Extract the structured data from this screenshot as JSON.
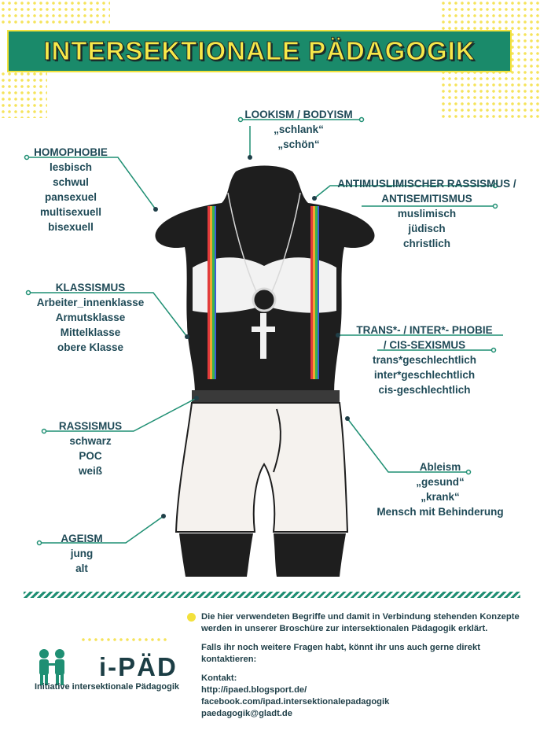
{
  "title": "INTERSEKTIONALE PÄDAGOGIK",
  "categories": {
    "lookism": {
      "head": "LOOKISM / BODYISM",
      "items": [
        "„schlank“",
        "„schön“"
      ]
    },
    "homophobie": {
      "head": "HOMOPHOBIE",
      "items": [
        "lesbisch",
        "schwul",
        "pansexuel",
        "multisexuell",
        "bisexuell"
      ]
    },
    "antimuslim": {
      "head": "ANTIMUSLIMISCHER RASSISMUS /",
      "head2": "ANTISEMITISMUS",
      "items": [
        "muslimisch",
        "jüdisch",
        "christlich"
      ]
    },
    "klassismus": {
      "head": "KLASSISMUS",
      "items": [
        "Arbeiter_innenklasse",
        "Armutsklasse",
        "Mittelklasse",
        "obere Klasse"
      ]
    },
    "trans": {
      "head": "TRANS*- / INTER*- PHOBIE",
      "head2": "/ CIS-SEXISMUS",
      "items": [
        "trans*geschlechtlich",
        "inter*geschlechtlich",
        "cis-geschlechtlich"
      ]
    },
    "rassismus": {
      "head": "RASSISMUS",
      "items": [
        "schwarz",
        "POC",
        "weiß"
      ]
    },
    "ableism": {
      "head": "Ableism",
      "items": [
        "„gesund“",
        "„krank“",
        "Mensch mit Behinderung"
      ]
    },
    "ageism": {
      "head": "AGEISM",
      "items": [
        "jung",
        "alt"
      ]
    }
  },
  "info": {
    "p1": "Die hier verwendeten Begriffe und damit in Verbindung stehenden Konzepte werden in unserer Broschüre zur intersektionalen Pädagogik erklärt.",
    "p2": "Falls ihr noch weitere Fragen habt, könnt ihr uns auch gerne direkt kontaktieren:",
    "contact_label": "Kontakt:",
    "contacts": [
      "http://ipaed.blogsport.de/",
      "facebook.com/ipad.intersektionalepadagogik",
      "paedagogik@gladt.de"
    ]
  },
  "logo": {
    "name": "i-PÄD",
    "subtitle": "Initiative intersektionale Pädagogik"
  },
  "colors": {
    "banner": "#1a8a6a",
    "title": "#f7e84a",
    "text": "#1f4a57",
    "accent_line": "#1f8f73",
    "dots": "#f4e04a"
  }
}
